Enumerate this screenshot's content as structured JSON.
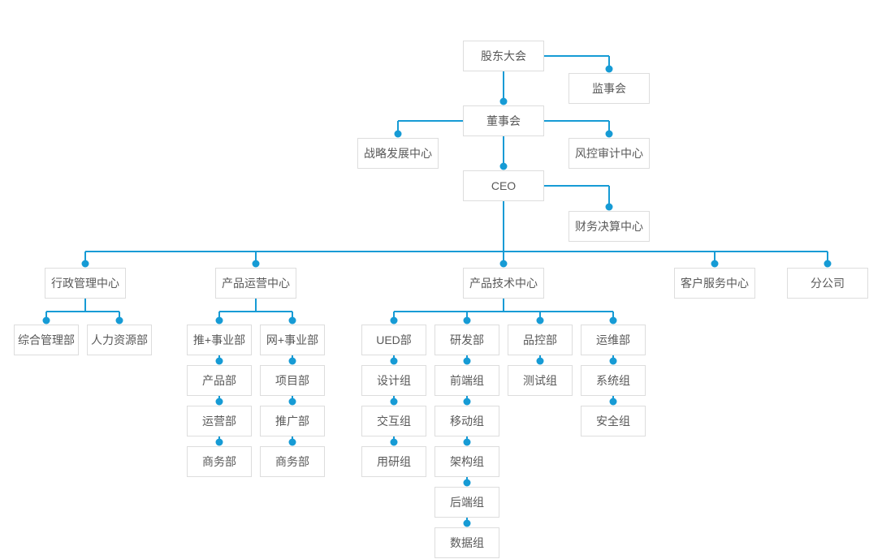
{
  "org": {
    "colors": {
      "connector_line": "#169bd5",
      "connector_dot": "#169bd5",
      "box_border": "#dddddd",
      "box_background": "#ffffff",
      "text": "#595959",
      "page_background": "#ffffff"
    },
    "nodes": {
      "shareholders_meeting": {
        "label": "股东大会"
      },
      "supervisory_board": {
        "label": "监事会"
      },
      "board_of_directors": {
        "label": "董事会"
      },
      "strategy_center": {
        "label": "战略发展中心"
      },
      "risk_audit_center": {
        "label": "风控审计中心"
      },
      "ceo": {
        "label": "CEO"
      },
      "finance_center": {
        "label": "财务决算中心"
      },
      "admin_center": {
        "label": "行政管理中心"
      },
      "general_admin_dept": {
        "label": "综合管理部"
      },
      "hr_dept": {
        "label": "人力资源部"
      },
      "product_ops_center": {
        "label": "产品运营中心"
      },
      "tui_division": {
        "label": "推+事业部"
      },
      "product_dept": {
        "label": "产品部"
      },
      "operations_dept": {
        "label": "运营部"
      },
      "business_dept_tui": {
        "label": "商务部"
      },
      "wang_division": {
        "label": "网+事业部"
      },
      "project_dept": {
        "label": "项目部"
      },
      "promotion_dept": {
        "label": "推广部"
      },
      "business_dept_wang": {
        "label": "商务部"
      },
      "product_tech_center": {
        "label": "产品技术中心"
      },
      "ued_dept": {
        "label": "UED部"
      },
      "design_group": {
        "label": "设计组"
      },
      "interaction_group": {
        "label": "交互组"
      },
      "user_research_group": {
        "label": "用研组"
      },
      "rd_dept": {
        "label": "研发部"
      },
      "frontend_group": {
        "label": "前端组"
      },
      "mobile_group": {
        "label": "移动组"
      },
      "architecture_group": {
        "label": "架构组"
      },
      "backend_group": {
        "label": "后端组"
      },
      "data_group": {
        "label": "数据组"
      },
      "qc_dept": {
        "label": "品控部"
      },
      "testing_group": {
        "label": "测试组"
      },
      "maintenance_dept": {
        "label": "运维部"
      },
      "system_group": {
        "label": "系统组"
      },
      "security_group": {
        "label": "安全组"
      },
      "customer_service_center": {
        "label": "客户服务中心"
      },
      "branch_company": {
        "label": "分公司"
      }
    }
  }
}
